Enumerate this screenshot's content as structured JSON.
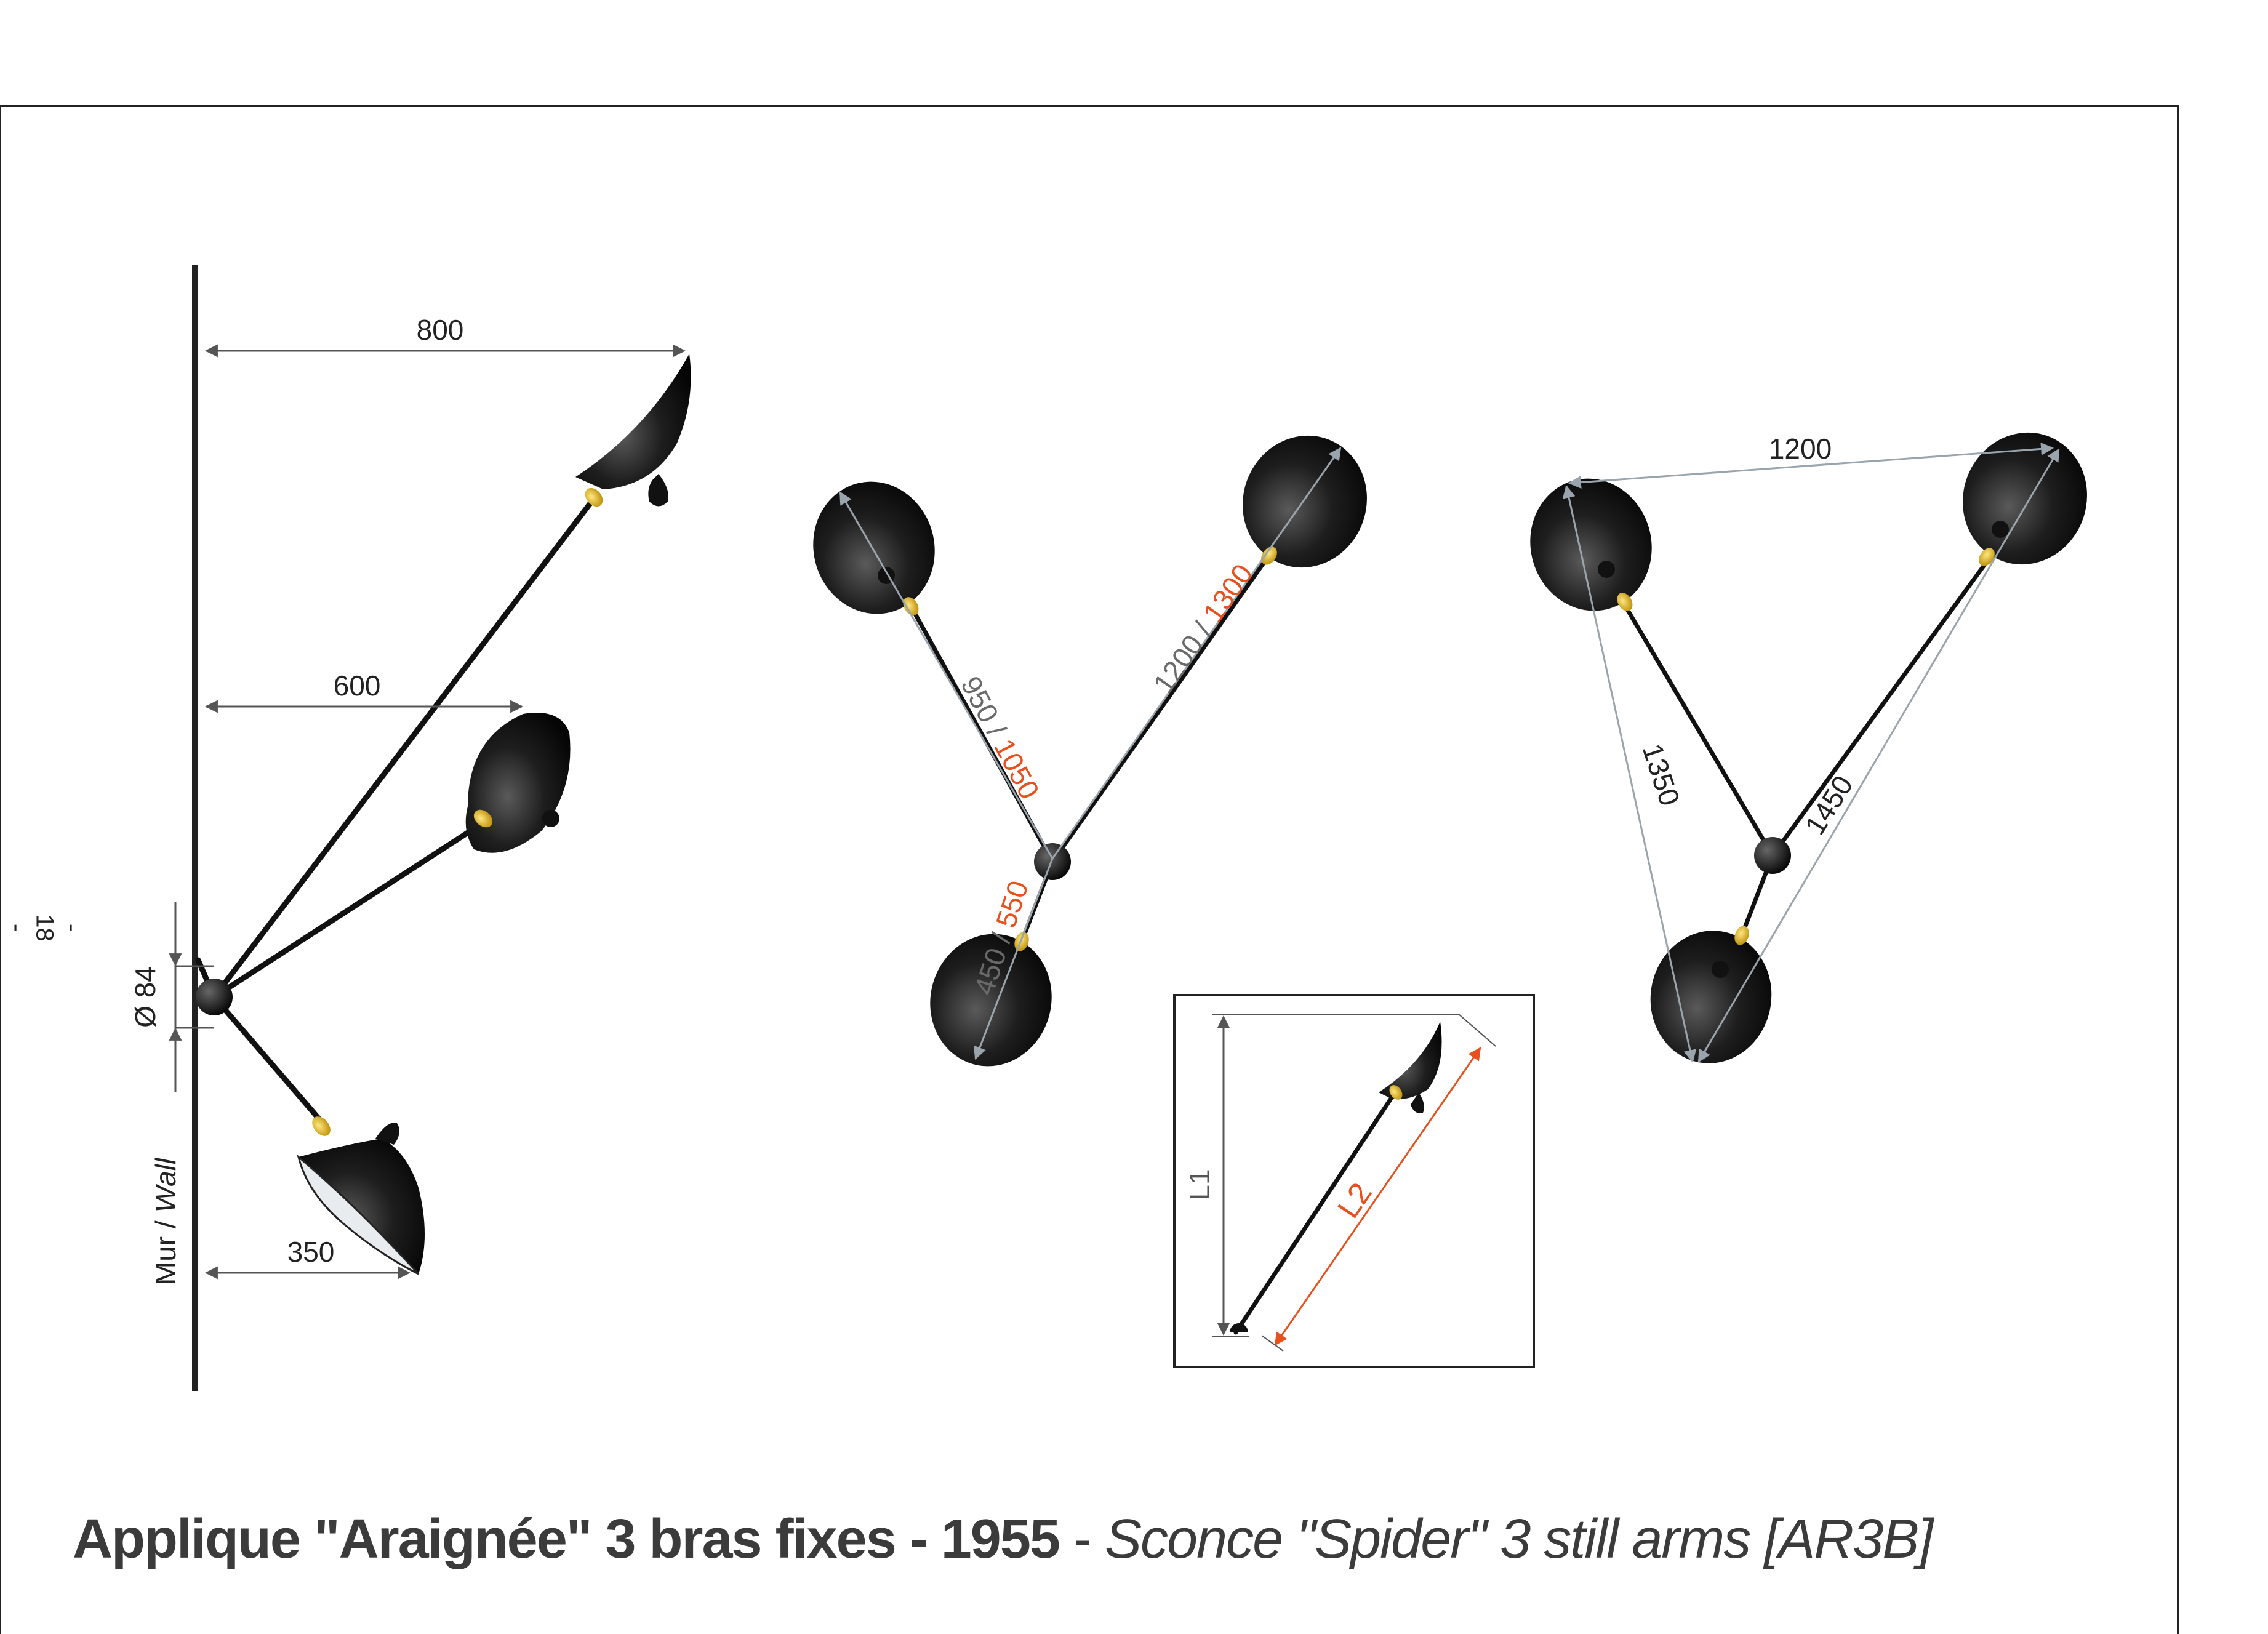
{
  "page": {
    "number": "- 18 -"
  },
  "side_view": {
    "dim_top": "800",
    "dim_middle": "600",
    "dim_bottom": "350",
    "diameter": "Ø 84",
    "wall_fr": "Mur",
    "wall_sep": " / ",
    "wall_en": "Wall"
  },
  "front_view_a": {
    "arm_left_a": "950 /",
    "arm_left_b": "1050",
    "arm_right_a": "1200 /",
    "arm_right_b": "1300",
    "arm_low_a": "450 /",
    "arm_low_b": "550"
  },
  "front_view_b": {
    "dim_top": "1200",
    "dim_left": "1350",
    "dim_right": "1450"
  },
  "inset": {
    "l1": "L1",
    "l2": "L2"
  },
  "caption": {
    "french": "Applique \"Araignée\" 3 bras fixes - 1955",
    "separator": " - ",
    "english": "Sconce \"Spider\" 3 still arms  [AR3B]"
  },
  "colors": {
    "line": "#111111",
    "dimension": "#555555",
    "light_dimension": "#9aa4ad",
    "accent": "#e8501e",
    "brass": "#e0b01c"
  }
}
